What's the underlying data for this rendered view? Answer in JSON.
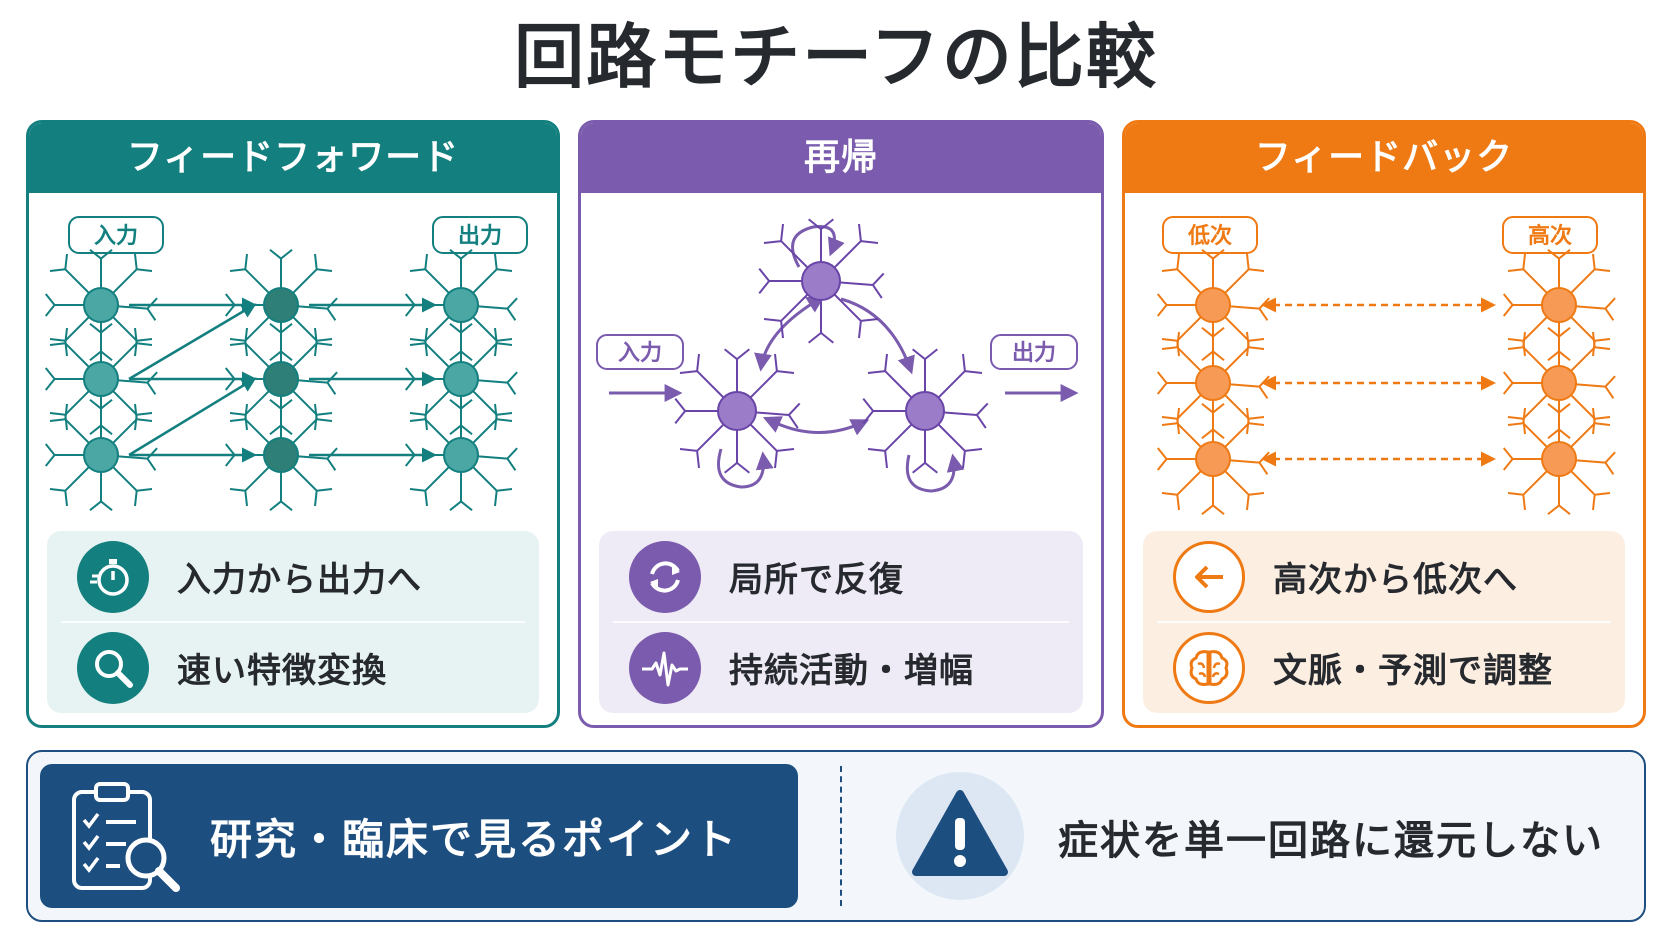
{
  "title": "回路モチーフの比較",
  "colors": {
    "teal": "#137f7f",
    "purple": "#7a5bad",
    "orange": "#ef7a14",
    "navy": "#1d4e80"
  },
  "panels": {
    "feedforward": {
      "header": "フィードフォワード",
      "label_in": "入力",
      "label_out": "出力",
      "rows": [
        {
          "icon": "stopwatch-icon",
          "text": "入力から出力へ"
        },
        {
          "icon": "magnifier-icon",
          "text": "速い特徴変換"
        }
      ]
    },
    "recurrent": {
      "header": "再帰",
      "label_in": "入力",
      "label_out": "出力",
      "rows": [
        {
          "icon": "cycle-arrows-icon",
          "text": "局所で反復"
        },
        {
          "icon": "waveform-icon",
          "text": "持続活動・増幅"
        }
      ]
    },
    "feedback": {
      "header": "フィードバック",
      "label_low": "低次",
      "label_high": "高次",
      "rows": [
        {
          "icon": "left-arrow-icon",
          "text": "高次から低次へ"
        },
        {
          "icon": "brain-icon",
          "text": "文脈・予測で調整"
        }
      ]
    }
  },
  "bottom": {
    "left_icon": "clipboard-search-icon",
    "left_text": "研究・臨床で見るポイント",
    "right_icon": "warning-icon",
    "right_text": "症状を単一回路に還元しない"
  }
}
